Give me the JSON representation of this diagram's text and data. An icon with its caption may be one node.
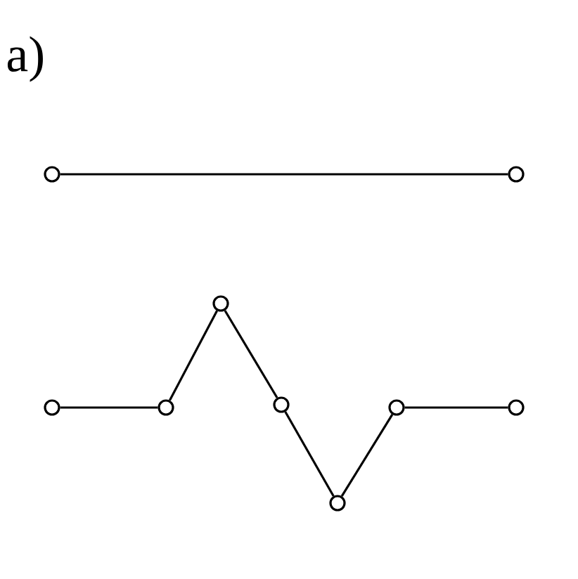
{
  "diagram": {
    "nodes": [
      {
        "text": [],
        "shape": "circle"
      },
      {
        "text": [],
        "shape": "circle"
      },
      {
        "text": [],
        "shape": "circle"
      },
      {
        "text": [],
        "shape": "circle"
      },
      {
        "text": [],
        "shape": "circle"
      },
      {
        "text": [],
        "shape": "circle"
      },
      {
        "text": [],
        "shape": "circle"
      },
      {
        "text": [],
        "shape": "circle"
      },
      {
        "text": [],
        "shape": "circle"
      }
    ],
    "edges": [
      {
        "from": 0,
        "to": 1,
        "arrow": "none"
      },
      {
        "from": 2,
        "to": 3,
        "arrow": "none"
      },
      {
        "from": 3,
        "to": 4,
        "arrow": "none"
      },
      {
        "from": 4,
        "to": 5,
        "arrow": "none"
      },
      {
        "from": 5,
        "to": 6,
        "arrow": "none"
      },
      {
        "from": 6,
        "to": 7,
        "arrow": "none"
      },
      {
        "from": 7,
        "to": 8,
        "arrow": "none"
      }
    ],
    "labels": [
      "a)"
    ]
  }
}
